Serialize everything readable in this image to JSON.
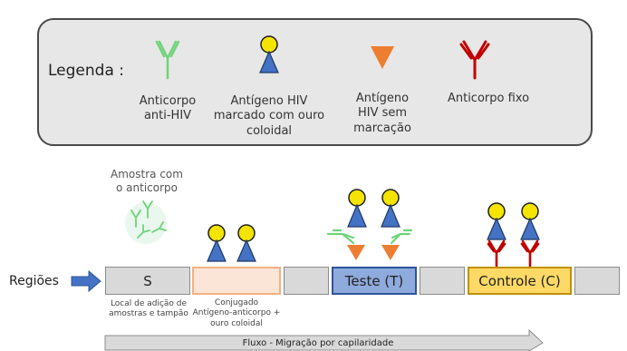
{
  "legend": {
    "title": "Legenda :",
    "items": [
      {
        "label_lines": [
          "Anticorpo",
          "anti-HIV"
        ],
        "icon": "green-antibody-icon"
      },
      {
        "label_lines": [
          "Antígeno HIV",
          "marcado com ouro",
          "coloidal"
        ],
        "icon": "gold-labeled-antigen-icon"
      },
      {
        "label_lines": [
          "Antígeno",
          "HIV sem",
          "marcação"
        ],
        "icon": "unlabeled-antigen-icon"
      },
      {
        "label_lines": [
          "Anticorpo fixo"
        ],
        "icon": "red-antibody-icon"
      }
    ]
  },
  "sample": {
    "label_lines": [
      "Amostra com",
      "o anticorpo"
    ]
  },
  "regions_label": "Regiões",
  "regions": [
    {
      "label": "S",
      "caption_lines": [
        "Local de adição de",
        "amostras e tampão"
      ]
    },
    {
      "label": "",
      "caption_lines": [
        "Conjugado",
        "Antígeno-anticorpo +",
        "ouro coloidal"
      ]
    },
    {
      "label": ""
    },
    {
      "label": "Teste (T)"
    },
    {
      "label": ""
    },
    {
      "label": "Controle (C)"
    },
    {
      "label": ""
    }
  ],
  "flow": {
    "label": "Fluxo - Migração por capilaridade"
  },
  "colors": {
    "green_antibody": "#6fd37a",
    "red_antibody": "#c00000",
    "gold": "#f5e400",
    "antigen_blue": "#4472c4",
    "unlabeled_orange": "#ed7d31",
    "conjugate_fill": "#fbe5d6",
    "conjugate_border": "#f4b183",
    "test_fill": "#8faadc",
    "test_border": "#2f5597",
    "control_fill": "#ffd966",
    "control_border": "#bf9000"
  }
}
